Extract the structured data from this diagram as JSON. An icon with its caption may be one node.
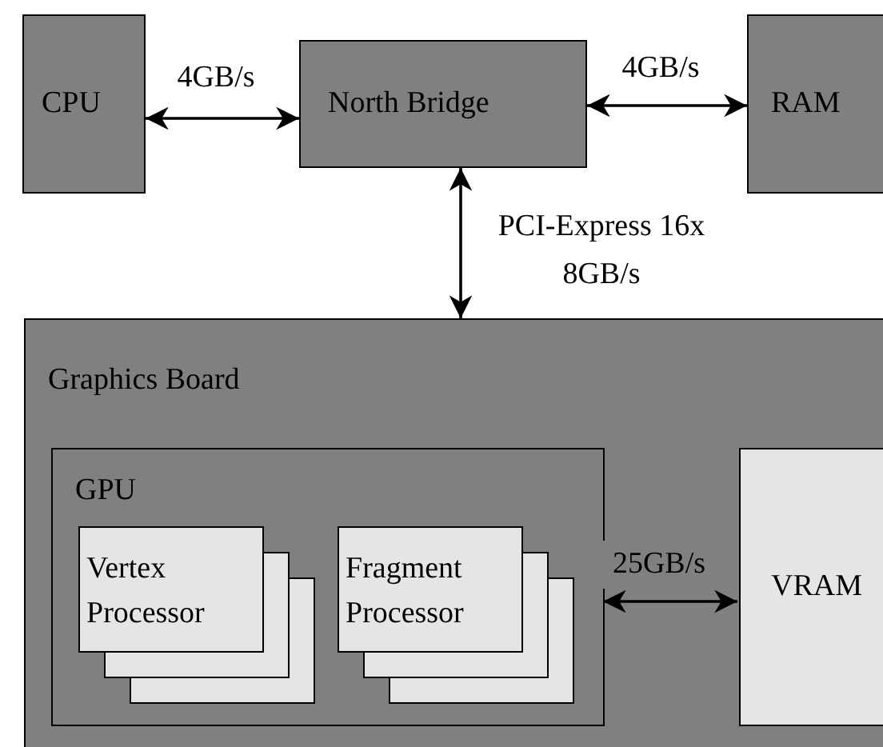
{
  "diagram": {
    "nodes": [
      {
        "text": [
          "CPU"
        ]
      },
      {
        "text": [
          "North Bridge"
        ]
      },
      {
        "text": [
          "RAM"
        ]
      },
      {
        "text": [
          "Graphics Board"
        ]
      },
      {
        "text": [
          "GPU"
        ],
        "in": 3
      },
      {
        "text": [
          "Vertex Processor"
        ],
        "in": 4
      },
      {
        "text": [
          "Fragment Processor"
        ],
        "in": 4
      },
      {
        "text": [
          "VRAM"
        ],
        "in": 3
      }
    ],
    "edges": [
      {
        "from": 0,
        "to": 1,
        "arrow": "both",
        "label": "4GB/s"
      },
      {
        "from": 1,
        "to": 2,
        "arrow": "both",
        "label": "4GB/s"
      },
      {
        "from": 1,
        "to": 3,
        "arrow": "both",
        "label": "PCI-Express 16x 8GB/s"
      },
      {
        "from": 4,
        "to": 7,
        "arrow": "both",
        "label": "25GB/s"
      }
    ]
  }
}
